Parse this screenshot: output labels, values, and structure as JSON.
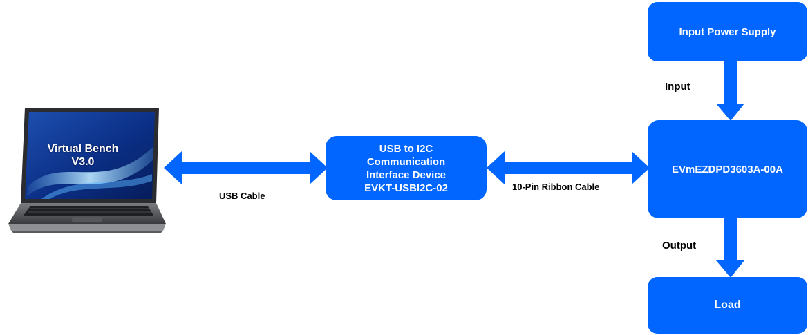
{
  "laptop": {
    "line1": "Virtual Bench",
    "line2": "V3.0"
  },
  "boxes": {
    "usb_i2c": {
      "line1": "USB to I2C",
      "line2": "Communication",
      "line3": "Interface Device",
      "line4": "EVKT-USBI2C-02"
    },
    "input_power": "Input Power Supply",
    "evm": "EVmEZDPD3603A-00A",
    "load": "Load"
  },
  "labels": {
    "usb_cable": "USB Cable",
    "ribbon_cable": "10-Pin Ribbon Cable",
    "input": "Input",
    "output": "Output"
  },
  "colors": {
    "block_fill": "#0066ff",
    "arrow_fill": "#0066ff",
    "block_text": "#ffffff",
    "label_text": "#000000"
  }
}
